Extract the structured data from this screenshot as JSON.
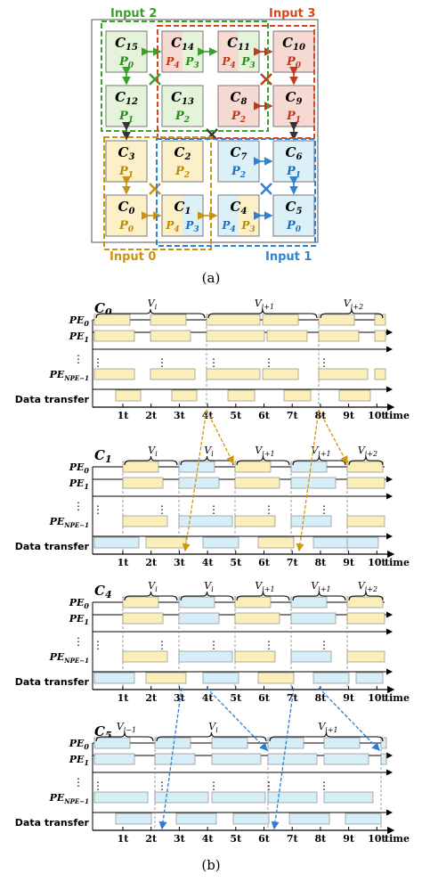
{
  "diagram_a": {
    "caption": "(a)",
    "groups": [
      {
        "label": "Input 2",
        "color": "#3aa02a"
      },
      {
        "label": "Input 3",
        "color": "#d8461f"
      },
      {
        "label": "Input 0",
        "color": "#c89410"
      },
      {
        "label": "Input 1",
        "color": "#2c83d6"
      }
    ],
    "cores": [
      {
        "name": "C",
        "sub": "15",
        "p": "0",
        "fill": "#e4f3da",
        "color": "#2c8a1c"
      },
      {
        "name": "C",
        "sub": "14",
        "p": "4",
        "p2": "3",
        "fill": "#e4f3da",
        "color": "#2c8a1c",
        "alt": "#f7d9d3",
        "altc": "#c0391b"
      },
      {
        "name": "C",
        "sub": "11",
        "p": "4",
        "p2": "3",
        "fill": "#e4f3da",
        "color": "#2c8a1c",
        "alt": "#f7d9d3",
        "altc": "#c0391b"
      },
      {
        "name": "C",
        "sub": "10",
        "p": "0",
        "fill": "#f7d9d3",
        "color": "#c0391b"
      },
      {
        "name": "C",
        "sub": "12",
        "p": "1",
        "fill": "#e4f3da",
        "color": "#2c8a1c"
      },
      {
        "name": "C",
        "sub": "13",
        "p": "2",
        "fill": "#e4f3da",
        "color": "#2c8a1c"
      },
      {
        "name": "C",
        "sub": "8",
        "p": "2",
        "fill": "#f7d9d3",
        "color": "#c0391b"
      },
      {
        "name": "C",
        "sub": "9",
        "p": "1",
        "fill": "#f7d9d3",
        "color": "#c0391b"
      },
      {
        "name": "C",
        "sub": "3",
        "p": "1",
        "fill": "#fbf0c8",
        "color": "#b88a0a"
      },
      {
        "name": "C",
        "sub": "2",
        "p": "2",
        "fill": "#fbf0c8",
        "color": "#b88a0a"
      },
      {
        "name": "C",
        "sub": "7",
        "p": "2",
        "fill": "#dcf0f8",
        "color": "#1f6fbf"
      },
      {
        "name": "C",
        "sub": "6",
        "p": "1",
        "fill": "#dcf0f8",
        "color": "#1f6fbf"
      },
      {
        "name": "C",
        "sub": "0",
        "p": "0",
        "fill": "#fbf0c8",
        "color": "#b88a0a"
      },
      {
        "name": "C",
        "sub": "1",
        "p": "4",
        "p2": "3",
        "fill": "#dcf0f8",
        "color": "#1f6fbf",
        "alt": "#fbf0c8",
        "altc": "#b88a0a"
      },
      {
        "name": "C",
        "sub": "4",
        "p": "4",
        "p2": "3",
        "fill": "#fbf0c8",
        "color": "#b88a0a",
        "alt": "#dcf0f8",
        "altc": "#1f6fbf"
      },
      {
        "name": "C",
        "sub": "5",
        "p": "0",
        "fill": "#dcf0f8",
        "color": "#1f6fbf"
      }
    ],
    "p_symbol": "P"
  },
  "diagram_b": {
    "caption": "(b)",
    "time_label": "time",
    "ticks": [
      "1t",
      "2t",
      "3t",
      "4t",
      "5t",
      "6t",
      "7t",
      "8t",
      "9t",
      "10t"
    ],
    "row_labels": {
      "pe0": "PE",
      "pe0_sub": "0",
      "pe1": "PE",
      "pe1_sub": "1",
      "pen": "PE",
      "pen_sub": "NPE−1",
      "dots": "⋮",
      "data": "Data transfer"
    },
    "panels": [
      {
        "core": "C",
        "sub": "0",
        "vlabels": [
          {
            "v": "V",
            "s": "i"
          },
          {
            "v": "V",
            "s": "i+1"
          },
          {
            "v": "V",
            "s": "i+2"
          }
        ]
      },
      {
        "core": "C",
        "sub": "1",
        "vlabels": [
          {
            "v": "V",
            "s": "i"
          },
          {
            "v": "V",
            "s": "i"
          },
          {
            "v": "V",
            "s": "i+1"
          },
          {
            "v": "V",
            "s": "i+1"
          },
          {
            "v": "V",
            "s": "i+2"
          }
        ]
      },
      {
        "core": "C",
        "sub": "4",
        "vlabels": [
          {
            "v": "V",
            "s": "i"
          },
          {
            "v": "V",
            "s": "i"
          },
          {
            "v": "V",
            "s": "i+1"
          },
          {
            "v": "V",
            "s": "i+1"
          },
          {
            "v": "V",
            "s": "i+2"
          }
        ]
      },
      {
        "core": "C",
        "sub": "5",
        "vlabels": [
          {
            "v": "V",
            "s": "i−1"
          },
          {
            "v": "V",
            "s": "i"
          },
          {
            "v": "V",
            "s": "i+1"
          }
        ]
      }
    ],
    "colors": {
      "yellow": "#fbeeb8",
      "blue": "#d6eef8",
      "orange_arrow": "#d4950e",
      "blue_arrow": "#2a7fd4"
    }
  }
}
